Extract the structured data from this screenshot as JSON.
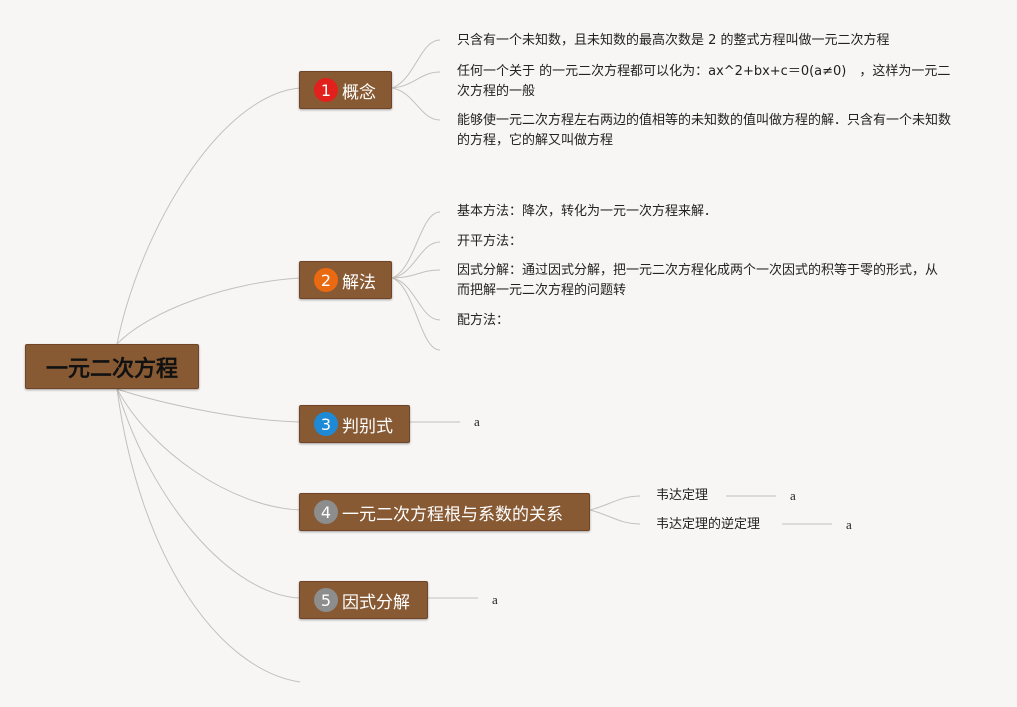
{
  "root": {
    "label": "一元二次方程"
  },
  "topics": [
    {
      "number": "1",
      "label": "概念",
      "badge_color": "#e2211c",
      "leaves": [
        "只含有一个未知数，且未知数的最高次数是 2 的整式方程叫做一元二次方程",
        "任何一个关于 的一元二次方程都可以化为：ax^2+bx+c＝0(a≠0)　，这样为一元二次方程的一般",
        "能够使一元二次方程左右两边的值相等的未知数的值叫做方程的解．只含有一个未知数的方程，它的解又叫做方程"
      ]
    },
    {
      "number": "2",
      "label": "解法",
      "badge_color": "#ea6a12",
      "leaves": [
        "基本方法：降次，转化为一元一次方程来解．",
        "开平方法：",
        "因式分解：通过因式分解，把一元二次方程化成两个一次因式的积等于零的形式，从而把解一元二次方程的问题转",
        "配方法："
      ]
    },
    {
      "number": "3",
      "label": "判别式",
      "badge_color": "#1e8ad6",
      "value": "a"
    },
    {
      "number": "4",
      "label": "一元二次方程根与系数的关系",
      "badge_color": "#8d8d8d",
      "subtopics": [
        {
          "label": "韦达定理",
          "value": "a"
        },
        {
          "label": "韦达定理的逆定理",
          "value": "a"
        }
      ]
    },
    {
      "number": "5",
      "label": "因式分解",
      "badge_color": "#8d8d8d",
      "value": "a"
    }
  ]
}
